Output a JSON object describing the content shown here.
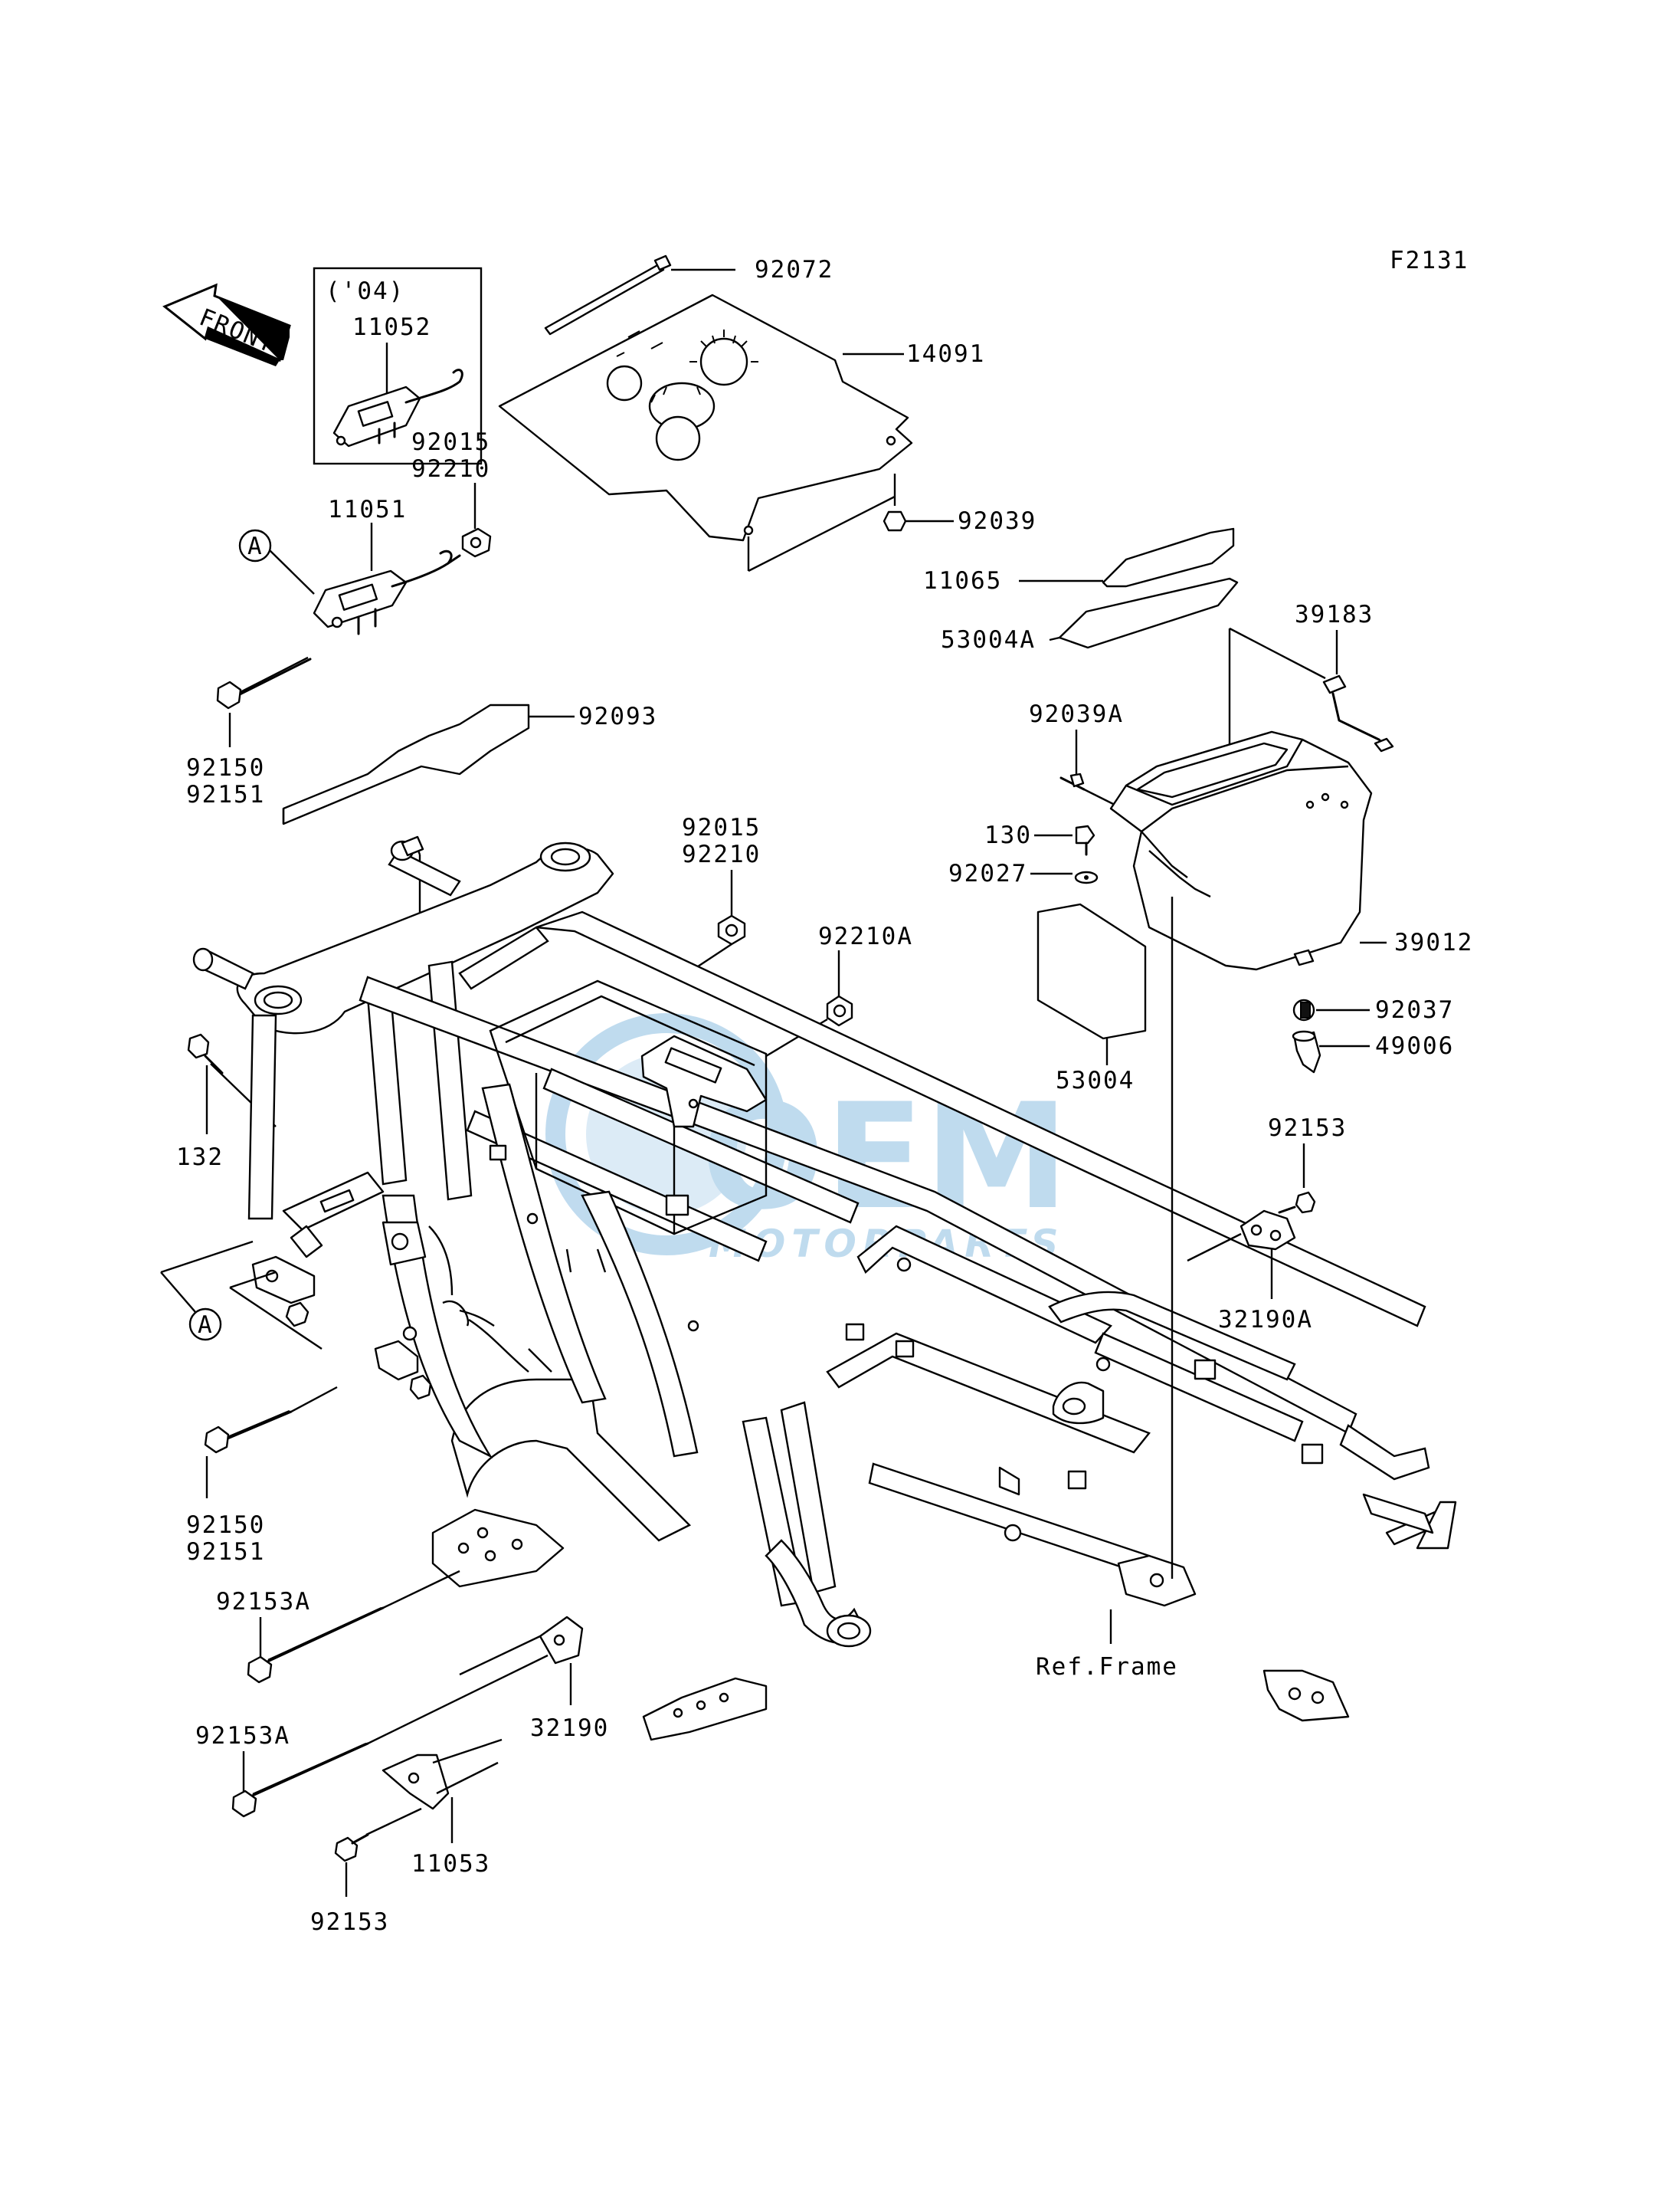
{
  "figure_id": "F2131",
  "front_label": "FRONT",
  "inset_year": "('04)",
  "callout_a": "A",
  "labels": {
    "p92072": "92072",
    "p14091": "14091",
    "p11052": "11052",
    "p92015_a": "92015",
    "p92210_a": "92210",
    "p11051": "11051",
    "p92039": "92039",
    "p11065": "11065",
    "p53004A": "53004A",
    "p39183": "39183",
    "p92150_a": "92150",
    "p92151_a": "92151",
    "p92093": "92093",
    "p92039A": "92039A",
    "p92015_b": "92015",
    "p92210_b": "92210",
    "p92210A": "92210A",
    "p130": "130",
    "p92027": "92027",
    "p39012": "39012",
    "p92037": "92037",
    "p49006": "49006",
    "p53004": "53004",
    "p132": "132",
    "p92153_a": "92153",
    "p32190A": "32190A",
    "p92150_b": "92150",
    "p92151_b": "92151",
    "p92153A_a": "92153A",
    "p32190": "32190",
    "p92153A_b": "92153A",
    "p11053": "11053",
    "p92153_b": "92153",
    "ref_frame": "Ref.Frame"
  },
  "watermark": {
    "brand": "OEM",
    "sub": "MOTORPARTS",
    "color": "#1e7fc4"
  }
}
